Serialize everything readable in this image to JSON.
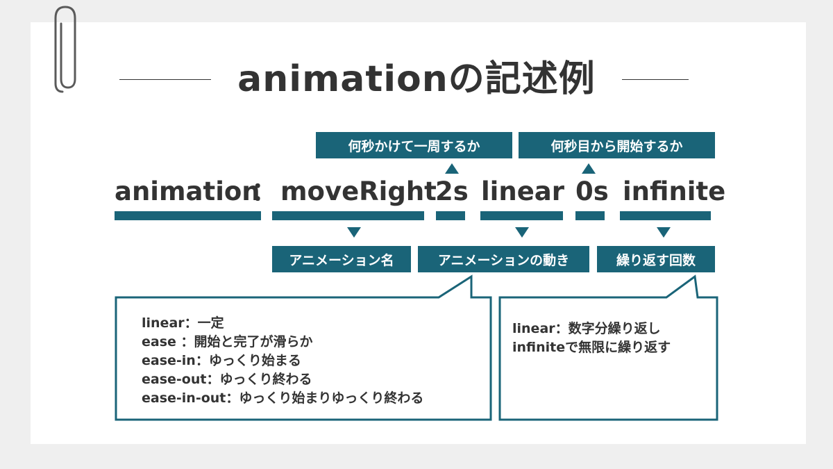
{
  "title": "animationの記述例",
  "syntax": {
    "tokens": [
      "animation",
      "：",
      "moveRight",
      "2s",
      "linear",
      "0s",
      "infinite"
    ]
  },
  "top_labels": {
    "duration": "何秒かけて一周するか",
    "delay": "何秒目から開始するか"
  },
  "bottom_labels": {
    "name": "アニメーション名",
    "timing": "アニメーションの動き",
    "iteration": "繰り返す回数"
  },
  "timing_note": {
    "lines": [
      "linear：一定",
      "ease ：開始と完了が滑らか",
      "ease-in：ゆっくり始まる",
      "ease-out：ゆっくり終わる",
      "ease-in-out：ゆっくり始まりゆっくり終わる"
    ]
  },
  "iteration_note": {
    "lines": [
      "linear：数字分繰り返し",
      "infiniteで無限に繰り返す"
    ]
  },
  "colors": {
    "accent": "#1a6478",
    "text": "#333333",
    "background": "#efefef",
    "card": "#ffffff"
  }
}
